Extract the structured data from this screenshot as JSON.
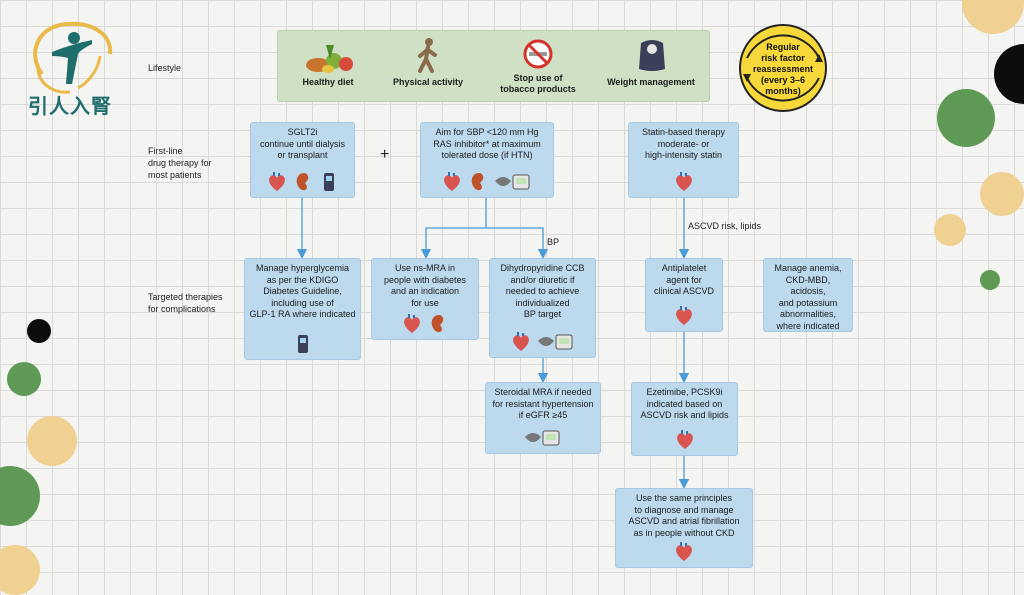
{
  "logo": {
    "text": "引人入腎"
  },
  "row_labels": {
    "lifestyle": "Lifestyle",
    "first_line": "First-line\ndrug therapy for\nmost patients",
    "targeted": "Targeted therapies\nfor complications"
  },
  "lifestyle_items": [
    {
      "label": "Healthy diet",
      "icon": "healthy-food-icon"
    },
    {
      "label": "Physical activity",
      "icon": "walking-person-icon"
    },
    {
      "label": "Stop use of\ntobacco products",
      "icon": "no-smoking-icon"
    },
    {
      "label": "Weight management",
      "icon": "scale-icon"
    }
  ],
  "reassessment": "Regular\nrisk factor\nreassessment\n(every 3–6\nmonths)",
  "plus_sign": "+",
  "boxes": {
    "sglt2i": "SGLT2i\ncontinue until dialysis\nor transplant",
    "sbp": "Aim for SBP <120 mm Hg\nRAS inhibitor* at maximum\ntolerated dose (if HTN)",
    "statin": "Statin-based therapy\nmoderate- or\nhigh-intensity statin",
    "hyperglycemia": "Manage hyperglycemia\nas per the KDIGO\nDiabetes Guideline,\nincluding use of\nGLP-1 RA where indicated",
    "nsmra": "Use ns-MRA in\npeople with diabetes\nand an indication\nfor use",
    "ccb": "Dihydropyridine CCB\nand/or diuretic if\nneeded to achieve\nindividualized\nBP target",
    "antiplatelet": "Antiplatelet\nagent for\nclinical ASCVD",
    "anemia": "Manage anemia,\nCKD-MBD, acidosis,\nand potassium\nabnormalities,\nwhere indicated",
    "steroidal": "Steroidal MRA if needed\nfor resistant hypertension\nif eGFR ≥45",
    "ezetimibe": "Ezetimibe, PCSK9i\nindicated based on\nASCVD risk and lipids",
    "same_principles": "Use the same principles\nto diagnose and manage\nASCVD and atrial fibrillation\nas in people without CKD"
  },
  "edge_labels": {
    "bp": "BP",
    "ascvd": "ASCVD risk, lipids"
  },
  "colors": {
    "box_fill": "#bcd9ee",
    "lifestyle_fill": "#cfe0c4",
    "reassess_fill": "#f6d83a",
    "arrow": "#4a9bd6",
    "dot_green": "#5e9a55",
    "dot_yellow": "#f1d192",
    "dot_black": "#0d0d0d"
  }
}
